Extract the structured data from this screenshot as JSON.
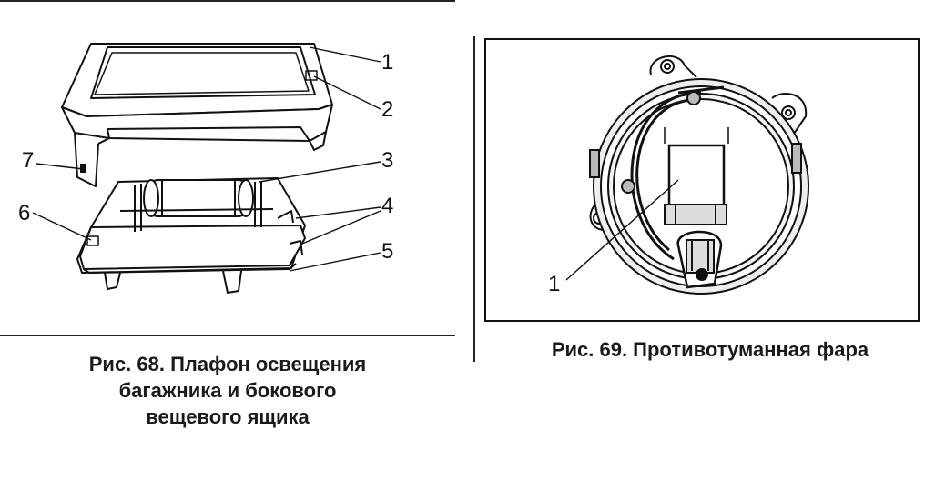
{
  "figure68": {
    "callouts": [
      "1",
      "2",
      "3",
      "4",
      "5",
      "6",
      "7"
    ],
    "caption": {
      "line1": "Рис. 68.  Плафон освещения",
      "line2": "багажника и бокового",
      "line3": "вещевого ящика"
    }
  },
  "figure69": {
    "callouts": [
      "1"
    ],
    "caption": "Рис. 69.  Противотуманная фара"
  }
}
